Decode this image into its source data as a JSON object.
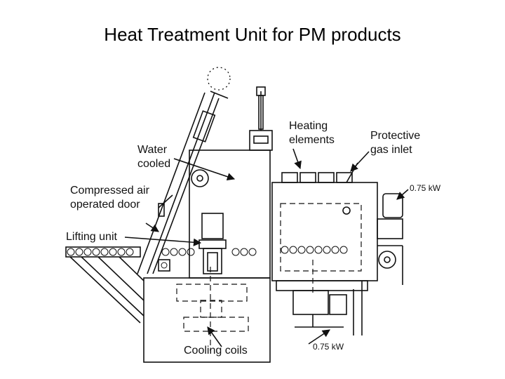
{
  "title": "Heat Treatment Unit for PM products",
  "labels": {
    "heating_1": "Heating",
    "heating_2": "elements",
    "gas_1": "Protective",
    "gas_2": "gas inlet",
    "water_1": "Water",
    "water_2": "cooled",
    "air_1": "Compressed air",
    "air_2": "operated door",
    "lifting": "Lifting unit",
    "cooling": "Cooling coils",
    "motor_top": "0.75 kW",
    "motor_bottom": "0.75 kW"
  }
}
